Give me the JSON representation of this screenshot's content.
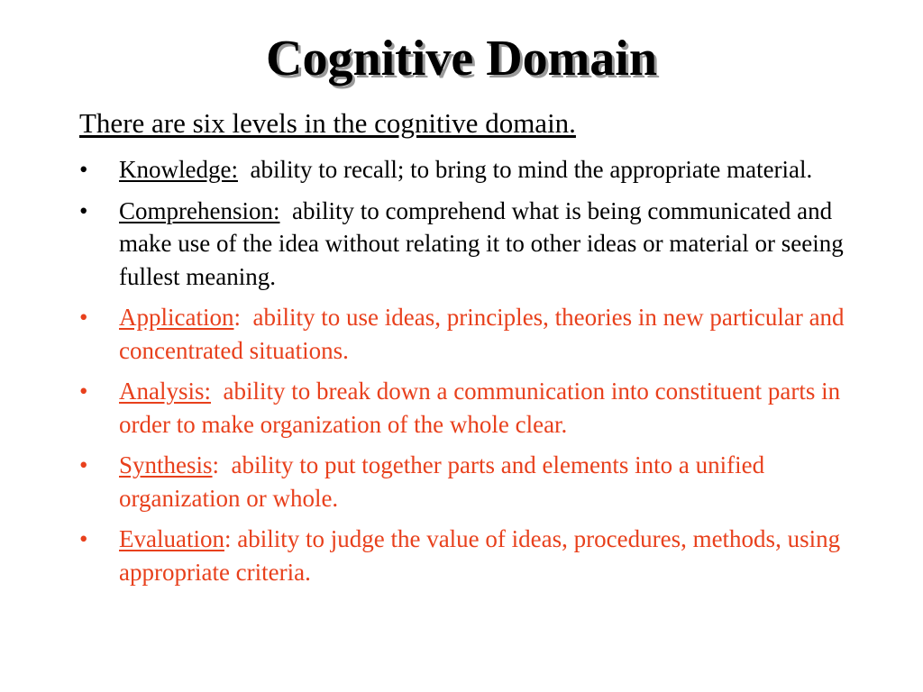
{
  "slide": {
    "title": "Cognitive Domain",
    "intro": "There are six levels in the cognitive domain.",
    "bullet_glyph": "•",
    "colors": {
      "text": "#000000",
      "highlight": "#e8401c"
    },
    "items": [
      {
        "term": "Knowledge:",
        "separator": "",
        "description": "  ability to recall; to bring to mind the appropriate material.",
        "color": "black"
      },
      {
        "term": "Comprehension:",
        "separator": "",
        "description": "  ability to comprehend what is being communicated and make use of the idea without relating it to other ideas or material or seeing fullest meaning.",
        "color": "black"
      },
      {
        "term": "Application",
        "separator": ":",
        "description": "  ability to use ideas, principles, theories in new particular and concentrated situations.",
        "color": "red"
      },
      {
        "term": "Analysis:",
        "separator": "",
        "description": "  ability to break down a communication into constituent parts in order to make organization of the whole clear.",
        "color": "red"
      },
      {
        "term": "Synthesis",
        "separator": ":",
        "description": "  ability to put together parts and elements into a unified organization or whole.",
        "color": "red"
      },
      {
        "term": "Evaluation",
        "separator": ":",
        "description": " ability to judge the value of ideas, procedures, methods, using appropriate criteria.",
        "color": "red"
      }
    ]
  }
}
